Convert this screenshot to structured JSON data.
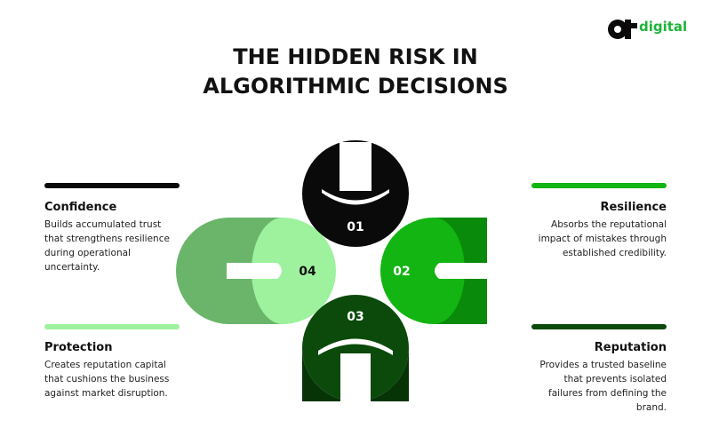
{
  "logo": {
    "text": "digital"
  },
  "title": {
    "line1": "THE HIDDEN RISK IN",
    "line2": "ALGORITHMIC DECISIONS"
  },
  "colors": {
    "black": "#0a0a0a",
    "light_green": "#9ef29e",
    "bright_green": "#12b512",
    "dark_green": "#0c4a0c",
    "brand_green": "#1fb33a"
  },
  "segments": [
    {
      "number": "01",
      "color": "black",
      "icon": "wrench-head-top"
    },
    {
      "number": "02",
      "color": "bright_green",
      "icon": "wrench-head-right"
    },
    {
      "number": "03",
      "color": "dark_green",
      "icon": "wrench-head-bottom"
    },
    {
      "number": "04",
      "color": "light_green",
      "icon": "wrench-head-left"
    }
  ],
  "blocks": {
    "confidence": {
      "title": "Confidence",
      "text": "Builds accumulated trust that strengthens resilience during operational uncertainty."
    },
    "protection": {
      "title": "Protection",
      "text": "Creates reputation capital that cushions the business against market disruption."
    },
    "resilience": {
      "title": "Resilience",
      "text": "Absorbs the reputational impact of mistakes through established credibility."
    },
    "reputation": {
      "title": "Reputation",
      "text": "Provides a trusted baseline that prevents isolated failures from defining the brand."
    }
  }
}
